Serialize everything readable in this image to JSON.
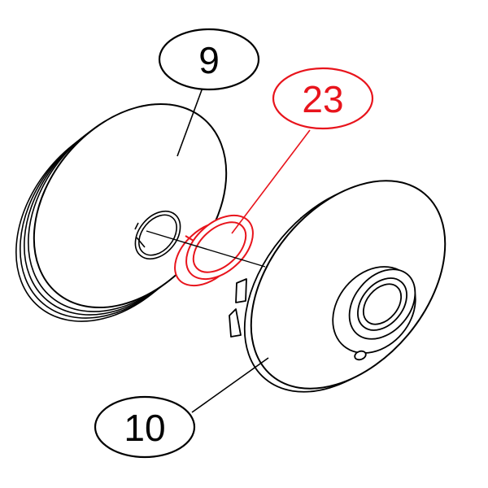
{
  "diagram": {
    "callouts": [
      {
        "id": "part-9",
        "label": "9",
        "color": "#000000"
      },
      {
        "id": "part-23",
        "label": "23",
        "color": "#e8141c"
      },
      {
        "id": "part-10",
        "label": "10",
        "color": "#000000"
      }
    ]
  }
}
